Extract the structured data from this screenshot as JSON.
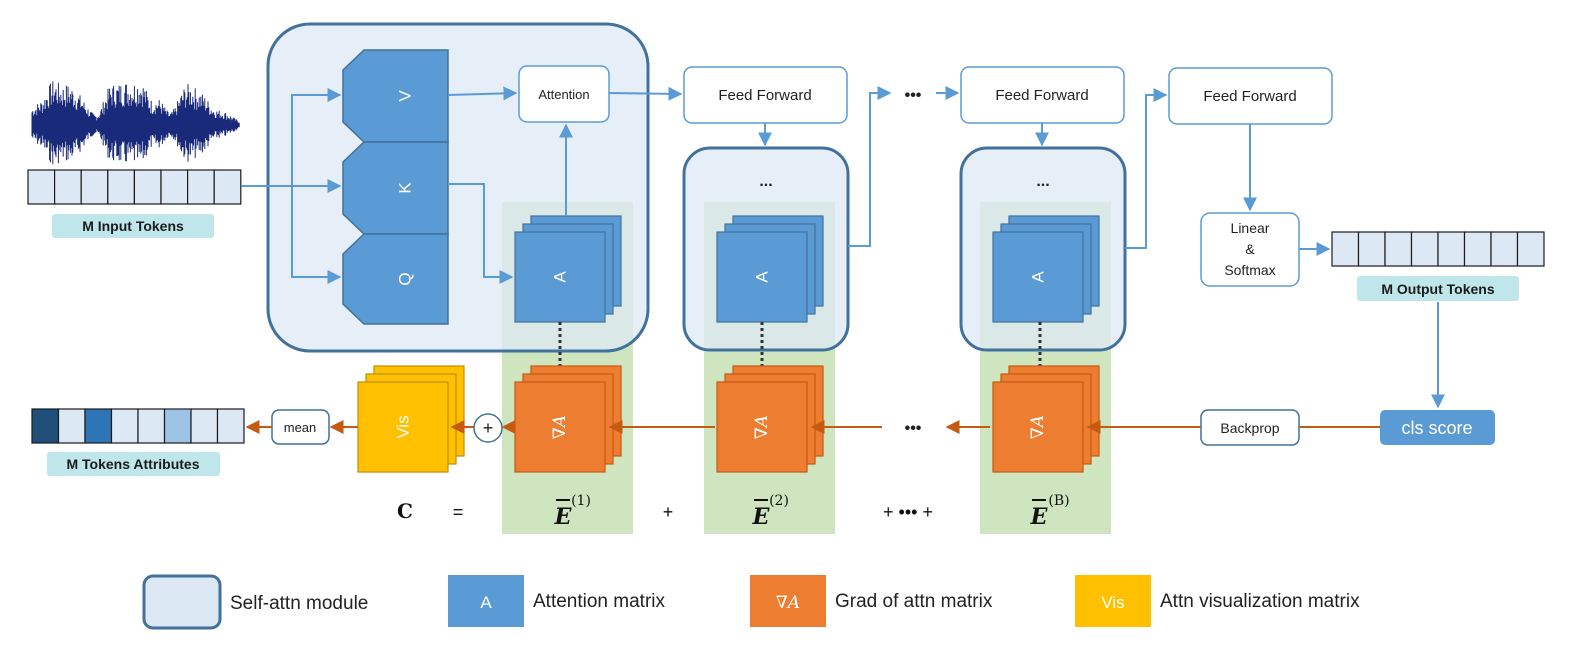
{
  "input": {
    "tokens_label": "M Input Tokens",
    "token_count": 8,
    "waveform_color": "#1a2a7a"
  },
  "self_attn": {
    "v_label": "V",
    "k_label": "K",
    "q_label": "Q",
    "attention_label": "Attention",
    "a_label": "A"
  },
  "blocks": {
    "feed_forward_label": "Feed Forward",
    "inner_ellipsis": "...",
    "top_ellipsis": "•••",
    "bottom_ellipsis": "•••"
  },
  "output": {
    "linear_line1": "Linear",
    "linear_line2": "&",
    "linear_line3": "Softmax",
    "tokens_label": "M Output Tokens",
    "token_count": 8,
    "cls_label": "cls score",
    "backprop_label": "Backprop"
  },
  "attribution": {
    "grad_label": "∇A",
    "vis_label": "Vis",
    "plus_label": "+",
    "mean_label": "mean",
    "tokens_label": "M Tokens Attributes",
    "token_count": 8
  },
  "equation": {
    "lhs": "C",
    "equals": "=",
    "e_symbol": "E",
    "sup_1": "(1)",
    "sup_2": "(2)",
    "sup_b": "(B)",
    "plus": "+",
    "plus_dots": "+ ••• +"
  },
  "legend": {
    "self_attn": "Self-attn module",
    "attn_matrix_icon": "A",
    "attn_matrix": "Attention matrix",
    "grad_icon": "∇A",
    "grad": "Grad of attn matrix",
    "vis_icon": "Vis",
    "vis": "Attn visualization matrix"
  },
  "colors": {
    "blue": "#5b9bd5",
    "blue_dark": "#41719c",
    "module_fill": "#dde8f5",
    "module_stroke": "#41719c",
    "orange": "#ed7d31",
    "orange_dark": "#c55a11",
    "yellow": "#ffc000",
    "green": "#c5e0b4",
    "teal_label": "#bfe6ea",
    "arrow_blue": "#5b9bd5",
    "arrow_orange": "#c55a11",
    "attr_shades": [
      "#1f4e79",
      "#dde8f5",
      "#2e75b6",
      "#dde8f5",
      "#dde8f5",
      "#9dc3e6",
      "#dde8f5",
      "#dde8f5"
    ]
  }
}
